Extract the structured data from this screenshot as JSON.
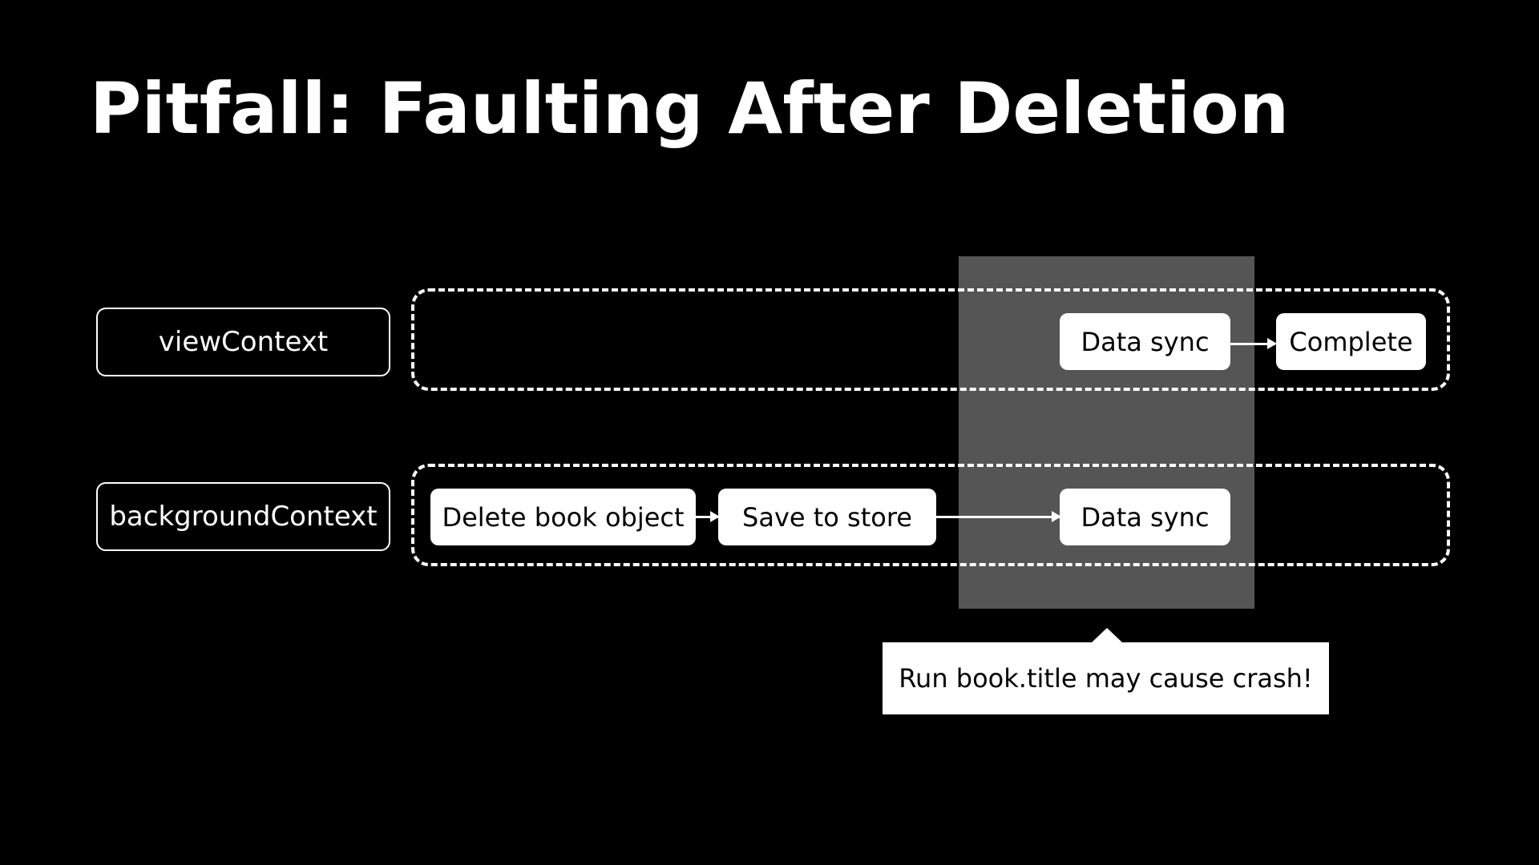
{
  "title": "Pitfall: Faulting After Deletion",
  "contexts": {
    "view": "viewContext",
    "background": "backgroundContext"
  },
  "view_lane": {
    "steps": [
      "Data sync",
      "Complete"
    ]
  },
  "background_lane": {
    "steps": [
      "Delete book object",
      "Save to store",
      "Data sync"
    ]
  },
  "callout": "Run book.title may cause crash!",
  "colors": {
    "background": "#000000",
    "highlight": "#555555",
    "foreground": "#ffffff"
  }
}
